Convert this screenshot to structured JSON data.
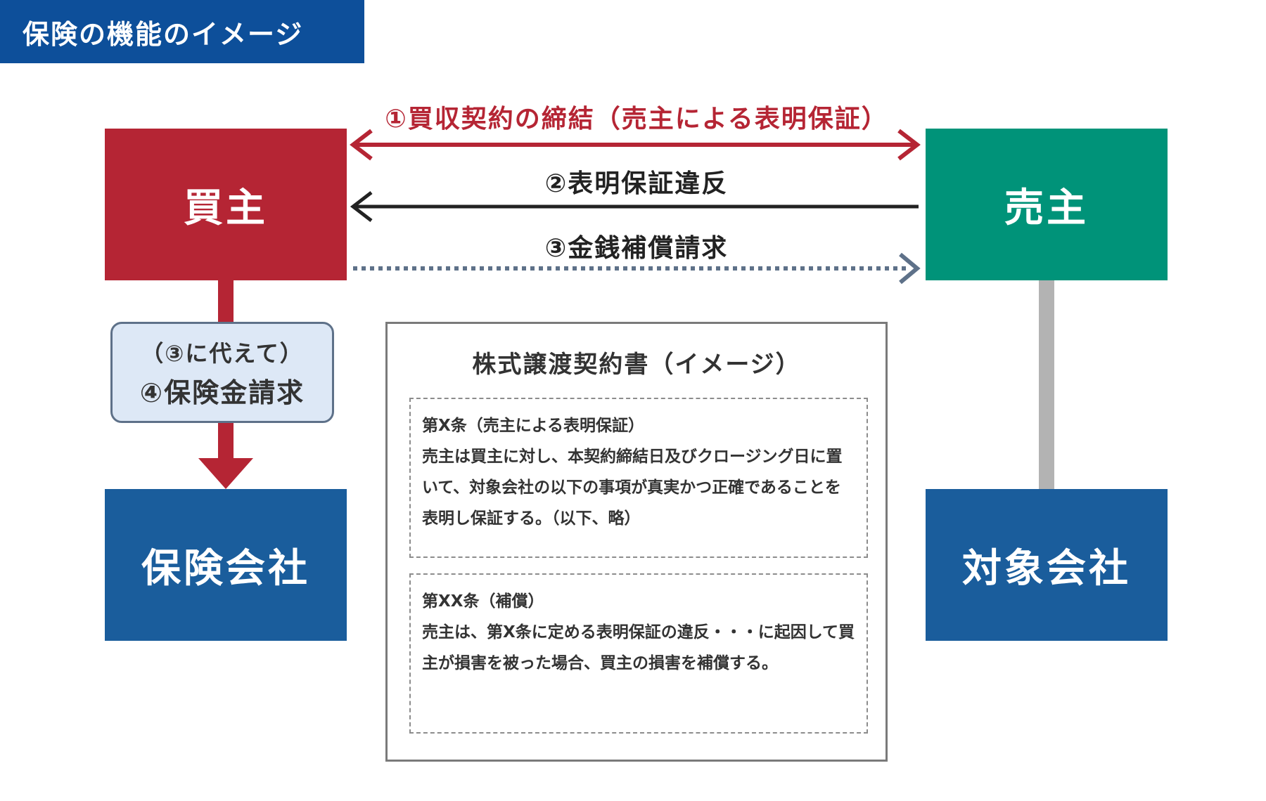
{
  "header": {
    "title": "保険の機能のイメージ"
  },
  "entities": {
    "buyer": "買主",
    "seller": "売主",
    "insurer": "保険会社",
    "target": "対象会社"
  },
  "flows": {
    "contract": "①買収契約の締結（売主による表明保証）",
    "breach": "②表明保証違反",
    "compensation": "③金銭補償請求",
    "insurance_claim_note": "（③に代えて）",
    "insurance_claim": "④保険金請求"
  },
  "contract_doc": {
    "title": "株式譲渡契約書（イメージ）",
    "clauses": [
      {
        "heading": "第X条（売主による表明保証）",
        "body": "売主は買主に対し、本契約締結日及びクロージング日に置いて、対象会社の以下の事項が真実かつ正確であることを表明し保証する。（以下、略）"
      },
      {
        "heading": "第XX条（補償）",
        "body": "売主は、第X条に定める表明保証の違反・・・に起因して買主が損害を被った場合、買主の損害を補償する。"
      }
    ]
  },
  "colors": {
    "header": "#0d4f9a",
    "buyer": "#b52534",
    "seller": "#009379",
    "company": "#1a5d9c",
    "contract_arrow": "#b52534",
    "breach_arrow": "#222222",
    "compensation_arrow": "#5e7189",
    "link_gray": "#b3b3b3",
    "claim_box": "#dde8f6"
  }
}
